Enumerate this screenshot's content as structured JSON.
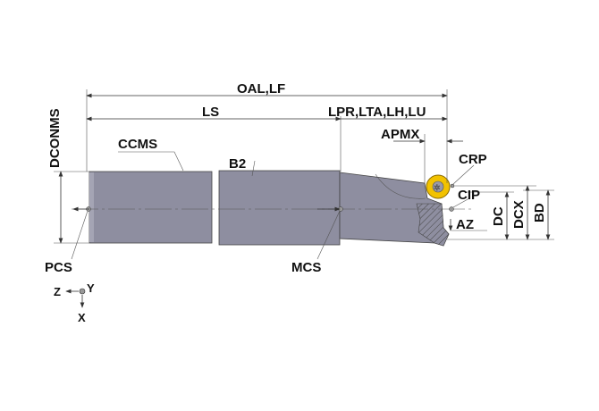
{
  "labels": {
    "oal_lf": "OAL,LF",
    "ls": "LS",
    "lpr_lta_lh_lu": "LPR,LTA,LH,LU",
    "apmx": "APMX",
    "crp": "CRP",
    "cip": "CIP",
    "az": "AZ",
    "dc": "DC",
    "dcx": "DCX",
    "bd": "BD",
    "dconms": "DCONMS",
    "ccms": "CCMS",
    "b2": "B2",
    "pcs": "PCS",
    "mcs": "MCS"
  },
  "axes": {
    "z": "Z",
    "y": "Y",
    "x": "X"
  },
  "colors": {
    "body": "#8e8ea0",
    "insert": "#f2c200",
    "insert_edge": "#8a6a00"
  }
}
